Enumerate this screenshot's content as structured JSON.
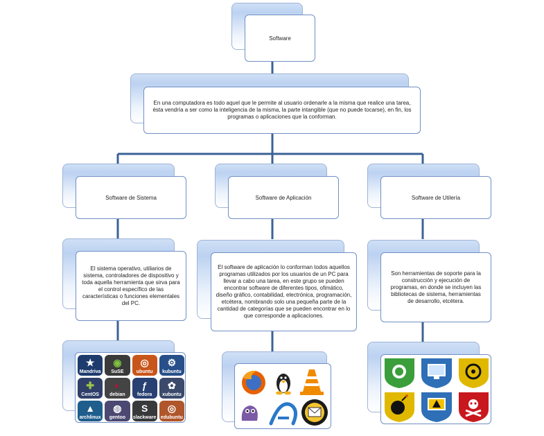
{
  "root": {
    "label": "Software"
  },
  "definition": {
    "text": "En una computadora es todo aquel que le permite al usuario ordenarle a la misma que realice una tarea, ésta vendría a ser como la inteligencia de la misma, la parte intangible (que no puede tocarse), en fin,  los programas o aplicaciones que la conforman."
  },
  "branches": [
    {
      "title": "Software de Sistema",
      "text": "El sistema operativo, utiliarios de sistema, controladores de dispositivo y toda aquella herramienta que  sirva para el control específico de las características o funciones elementales del PC."
    },
    {
      "title": "Software de Aplicación",
      "text": "El software de aplicación lo conforman todos aquellos programas  utilizados por los usuarios de un PC para llevar a cabo una tarea, en este grupo se pueden encontrar software de diferentes tipos, ofimático, diseño gráfico, contabilidad, electrónica, programación, etcétera, nombrando solo una pequeña parte de la cantidad de categorías que se pueden encontrar en lo que corresponde a aplicaciones."
    },
    {
      "title": "Software de Utilería",
      "text": "Son herramientas de soporte para la construcción y ejecución de programas, en donde se incluyen las bibliotecas de sistema, herramientas de desarrollo, etcétera."
    }
  ],
  "system_logos": [
    "Mandriva",
    "SuSE",
    "ubuntu",
    "kubuntu",
    "CentOS",
    "debian",
    "fedora",
    "xubuntu",
    "archlinux",
    "gentoo",
    "slackware",
    "edubuntu"
  ],
  "colors": {
    "connector": "#3b6296",
    "box_border": "#6f8fc4",
    "shadow_top": "#bcd2f1"
  }
}
